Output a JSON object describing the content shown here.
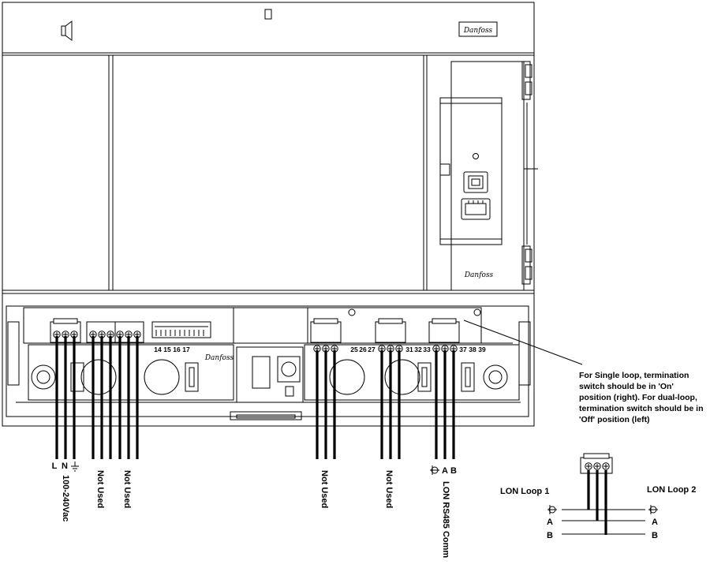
{
  "brand": {
    "logo_text": "Danfoss"
  },
  "terminals": {
    "left_numbers": [
      "14",
      "15",
      "16",
      "17"
    ],
    "right_numbers": [
      "25",
      "26",
      "27",
      "31",
      "32",
      "33",
      "37",
      "38",
      "39"
    ]
  },
  "wire_labels": {
    "L": "L",
    "N": "N",
    "power": "100-240Vac",
    "not_used_1": "Not Used",
    "not_used_2": "Not Used",
    "not_used_3": "Not Used",
    "not_used_4": "Not Used",
    "A": "A",
    "B": "B",
    "lon": "LON RS485 Comm"
  },
  "annotation": {
    "lines": [
      "For Single loop, termination",
      "switch should be in 'On'",
      "position (right). For dual-loop,",
      "termination switch should be in",
      "'Off' position (left)"
    ]
  },
  "lon_detail": {
    "loop1": "LON Loop 1",
    "loop2": "LON Loop 2",
    "A_left": "A",
    "B_left": "B",
    "A_right": "A",
    "B_right": "B"
  }
}
